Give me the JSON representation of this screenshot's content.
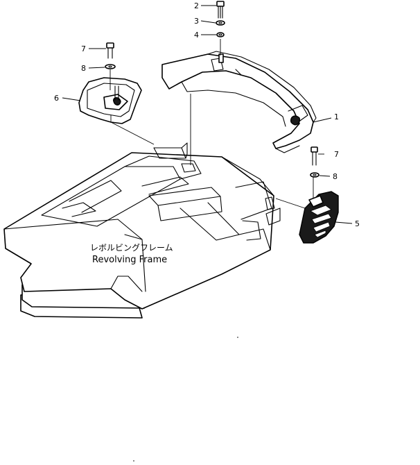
{
  "callouts": {
    "c1": "1",
    "c2": "2",
    "c3": "3",
    "c4": "4",
    "c5": "5",
    "c6": "6",
    "c7_left": "7",
    "c8_left": "8",
    "c7_right": "7",
    "c8_right": "8"
  },
  "frame_label": {
    "japanese": "レボルビングフレーム",
    "english": "Revolving Frame"
  }
}
